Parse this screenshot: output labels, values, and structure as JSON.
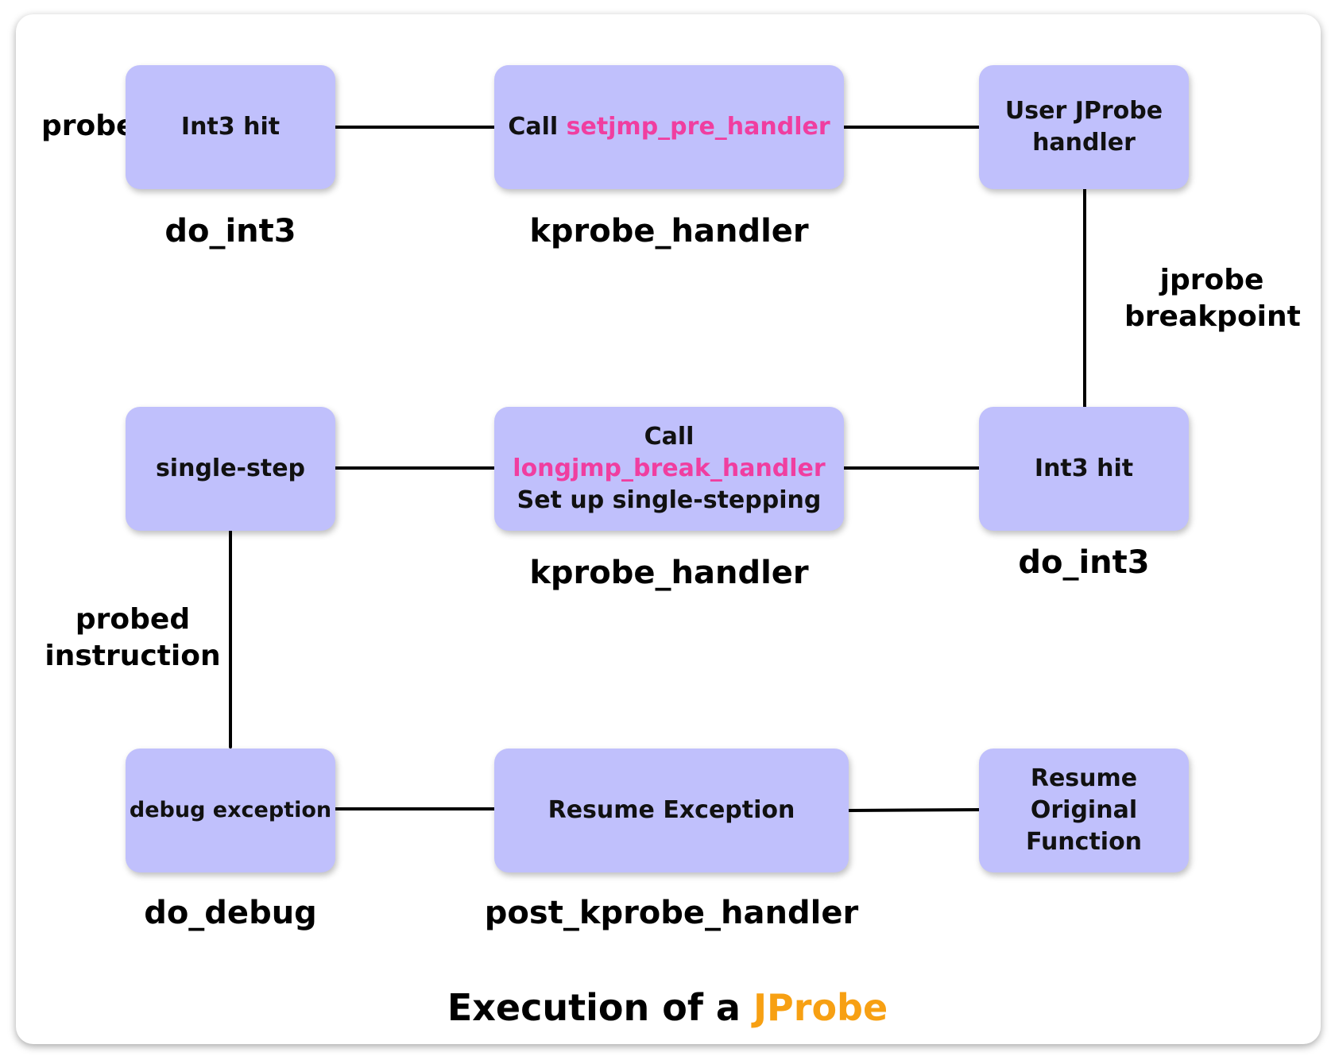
{
  "title": {
    "prefix": "Execution of a",
    "accent": "JProbe",
    "accent_color": "#f7a013"
  },
  "colors": {
    "node_fill": "#c0c0fc",
    "highlight": "#f03ea0"
  },
  "nodes": {
    "int3_hit_top": {
      "line1": "Int3 hit",
      "caption": "do_int3"
    },
    "setjmp": {
      "prefix": "Call",
      "highlight": "setjmp_pre_handler",
      "caption": "kprobe_handler"
    },
    "user_jprobe": {
      "line1": "User JProbe",
      "line2": "handler"
    },
    "single_step": {
      "line1": "single-step"
    },
    "longjmp": {
      "prefix": "Call",
      "highlight": "longjmp_break_handler",
      "line2": "Set up single-stepping",
      "caption": "kprobe_handler"
    },
    "int3_hit_mid": {
      "line1": "Int3 hit",
      "caption": "do_int3"
    },
    "debug_exception": {
      "line1": "debug exception",
      "caption": "do_debug"
    },
    "resume_exception": {
      "line1": "Resume Exception",
      "caption": "post_kprobe_handler"
    },
    "resume_original": {
      "line1": "Resume",
      "line2": "Original",
      "line3": "Function"
    }
  },
  "edge_labels": {
    "probe": "probe",
    "jprobe_breakpoint": {
      "line1": "jprobe",
      "line2": "breakpoint"
    },
    "probed_instruction": {
      "line1": "probed",
      "line2": "instruction"
    }
  }
}
